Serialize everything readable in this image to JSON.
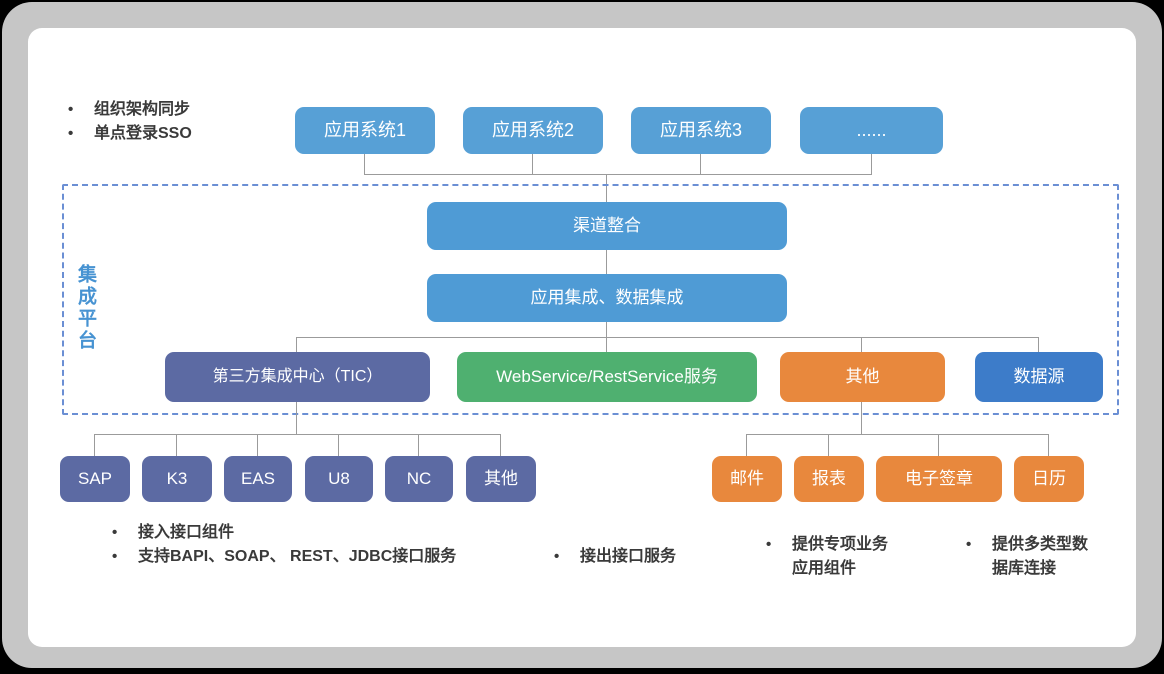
{
  "side_notes_top": {
    "items": [
      {
        "text": "组织架构同步"
      },
      {
        "text": "单点登录SSO"
      }
    ]
  },
  "app_systems": [
    {
      "label": "应用系统1"
    },
    {
      "label": "应用系统2"
    },
    {
      "label": "应用系统3"
    },
    {
      "label": "......"
    }
  ],
  "platform": {
    "label": "集成平台",
    "channel_box": "渠道整合",
    "integration_box": "应用集成、数据集成",
    "components": [
      {
        "label": "第三方集成中心（TIC）"
      },
      {
        "label": "WebService/RestService服务"
      },
      {
        "label": "其他"
      },
      {
        "label": "数据源"
      }
    ]
  },
  "tic_systems": [
    {
      "label": "SAP"
    },
    {
      "label": "K3"
    },
    {
      "label": "EAS"
    },
    {
      "label": "U8"
    },
    {
      "label": "NC"
    },
    {
      "label": "其他"
    }
  ],
  "other_components": [
    {
      "label": "邮件"
    },
    {
      "label": "报表"
    },
    {
      "label": "电子签章"
    },
    {
      "label": "日历"
    }
  ],
  "bottom_notes": [
    {
      "items": [
        {
          "text": "接入接口组件"
        },
        {
          "text": "支持BAPI、SOAP、 REST、JDBC接口服务"
        }
      ]
    },
    {
      "items": [
        {
          "text": "接出接口服务"
        }
      ]
    },
    {
      "items": [
        {
          "text": "提供专项业务\n应用组件"
        }
      ]
    },
    {
      "items": [
        {
          "text": "提供多类型数\n据库连接"
        }
      ]
    }
  ],
  "colors": {
    "app_box": "#57a0d6",
    "platform_box": "#4f9bd5",
    "tic_box": "#5c6aa3",
    "webservice_box": "#4fb070",
    "other_box": "#e8883d",
    "datasource_box": "#3d7cc9",
    "dashed_border": "#6b8fd4",
    "connector": "#9b9b9b"
  }
}
